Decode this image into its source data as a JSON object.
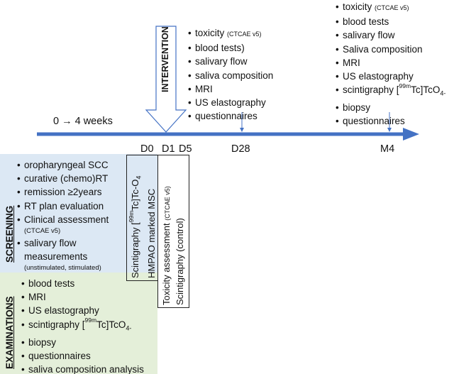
{
  "timeline": {
    "period_label": "0 → 4 weeks",
    "intervention_label": "INTERVENTION",
    "days": [
      "D0",
      "D1",
      "D5",
      "D28",
      "M4"
    ]
  },
  "d28_list": {
    "items": [
      {
        "text": "toxicity ",
        "small": "(CTCAE v5)"
      },
      {
        "text": "blood tests)"
      },
      {
        "text": "salivary flow"
      },
      {
        "text": "saliva composition"
      },
      {
        "text": "MRI"
      },
      {
        "text": "US elastography"
      },
      {
        "text": "questionnaires"
      }
    ]
  },
  "m4_list": {
    "items": [
      {
        "text": "toxicity ",
        "small": "(CTCAE v5)"
      },
      {
        "text": "blood tests"
      },
      {
        "text": "salivary flow"
      },
      {
        "text": "Saliva composition"
      },
      {
        "text": "MRI"
      },
      {
        "text": "US elastography"
      },
      {
        "text_pre": "scintigraphy  [",
        "sup": "99m",
        "text_post": "Tc]TcO",
        "sub_sup": "4-"
      },
      {
        "text": "biopsy"
      },
      {
        "text": "questionnaires"
      }
    ]
  },
  "screening": {
    "title": "SCREENING",
    "items": [
      "oropharyngeal SCC",
      "curative (chemo)RT",
      "remission ≥2years",
      "RT plan evaluation",
      "Clinical assessment",
      "(CTCAE v5)",
      "salivary flow",
      "measurements",
      "(unstimulated, stimulated)"
    ]
  },
  "examinations": {
    "title": "EXAMINATIONS",
    "items": [
      "blood tests",
      "MRI",
      "US elastography",
      "scintigraphy [99mTc]TcO4-",
      "biopsy",
      "questionnaires",
      "saliva composition analysis"
    ]
  },
  "d0_box": {
    "line1_pre": "Scintigraphy  [",
    "line1_sup": "99m",
    "line1_post": "Tc]Tc-O",
    "line1_sub": "4",
    "line2": "HMPAO marked MSC"
  },
  "d1_box": {
    "line1": "Toxicity assessment ",
    "line1_small": "(CTCAE v5)",
    "line2": "Scintigraphy (control)"
  },
  "colors": {
    "arrow": "#4472c4",
    "screening_bg": "#dce8f4",
    "exam_bg": "#e4efd9"
  }
}
